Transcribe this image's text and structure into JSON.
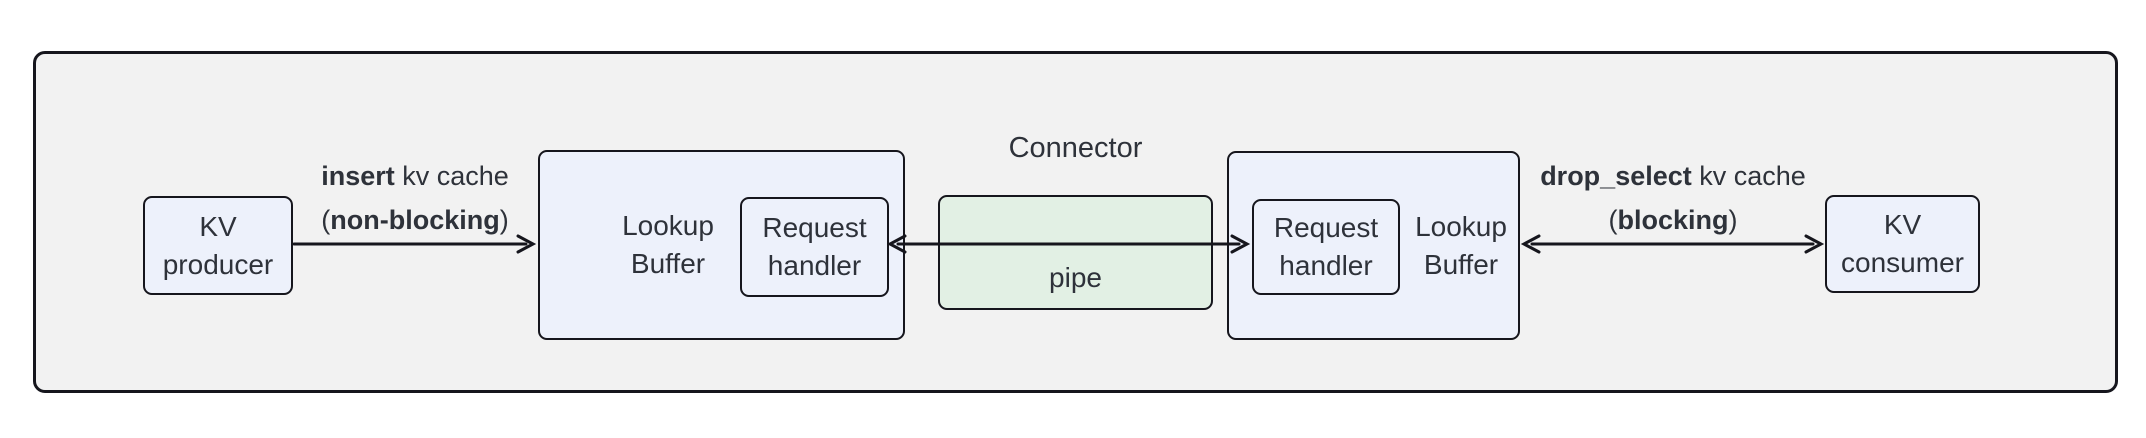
{
  "title": "Connector",
  "colors": {
    "canvas_bg": "#ffffff",
    "container_bg": "#f2f2f2",
    "node_bg": "#edf1fb",
    "pipe_bg": "#e2f0e4",
    "border": "#16161d",
    "text": "#2e323a"
  },
  "nodes": {
    "kv_producer": {
      "line1": "KV",
      "line2": "producer"
    },
    "lookup_left": {
      "line1": "Lookup",
      "line2": "Buffer"
    },
    "request_left": {
      "line1": "Request",
      "line2": "handler"
    },
    "pipe": {
      "label": "pipe"
    },
    "request_right": {
      "line1": "Request",
      "line2": "handler"
    },
    "lookup_right": {
      "line1": "Lookup",
      "line2": "Buffer"
    },
    "kv_consumer": {
      "line1": "KV",
      "line2": "consumer"
    }
  },
  "edges": {
    "insert": {
      "op": "insert",
      "suffix": " kv cache",
      "paren_open": "(",
      "mode": "non-blocking",
      "paren_close": ")"
    },
    "drop_select": {
      "op": "drop_select",
      "suffix": " kv cache",
      "paren_open": "(",
      "mode": "blocking",
      "paren_close": ")"
    }
  }
}
